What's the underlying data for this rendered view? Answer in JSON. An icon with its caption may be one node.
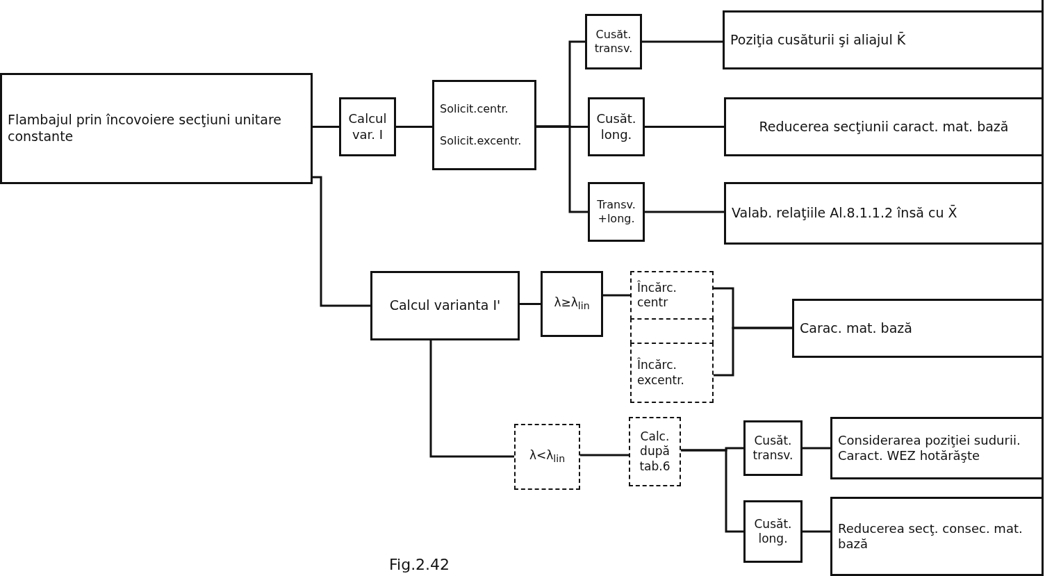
{
  "diagram": {
    "caption": "Fig.2.42",
    "nodes": [
      {
        "text": [
          "Flambajul prin încovoiere secţiuni unitare constante"
        ]
      },
      {
        "text": [
          "Calcul var. I"
        ]
      },
      {
        "text": [
          "Solicit.centr.",
          "Solicit.excentr."
        ]
      },
      {
        "text": [
          "Cusăt. transv."
        ]
      },
      {
        "text": [
          "Poziţia cusăturii şi aliajul K̄"
        ]
      },
      {
        "text": [
          "Cusăt. long."
        ]
      },
      {
        "text": [
          "Reducerea secţiunii caract. mat. bază"
        ]
      },
      {
        "text": [
          "Transv. +long."
        ]
      },
      {
        "text": [
          "Valab. relaţiile Al.8.1.1.2 însă cu X̄"
        ]
      },
      {
        "text": [
          "Calcul varianta I'"
        ]
      },
      {
        "text": [
          "λ≥λ$_{lin}$"
        ]
      },
      {
        "text": [
          "Încărc. centr"
        ]
      },
      {
        "text": [],
        "shape": "box"
      },
      {
        "text": [
          "Încărc. excentr."
        ]
      },
      {
        "text": [
          "Carac. mat. bază"
        ]
      },
      {
        "text": [
          "λ<λ$_{lin}$"
        ]
      },
      {
        "text": [
          "Calc. după tab.6"
        ]
      },
      {
        "text": [
          "Cusăt. transv."
        ]
      },
      {
        "text": [
          "Considerarea poziţiei sudurii. Caract. WEZ hotărăşte"
        ]
      },
      {
        "text": [
          "Cusăt. long."
        ]
      },
      {
        "text": [
          "Reducerea secţ. consec. mat. bază"
        ]
      }
    ],
    "edges": [
      {
        "from": 0,
        "to": 1,
        "arrow": "none"
      },
      {
        "from": 1,
        "to": 2,
        "arrow": "none"
      },
      {
        "from": 2,
        "to": 3,
        "arrow": "none"
      },
      {
        "from": 2,
        "to": 5,
        "arrow": "none"
      },
      {
        "from": 2,
        "to": 7,
        "arrow": "none"
      },
      {
        "from": 3,
        "to": 4,
        "arrow": "none"
      },
      {
        "from": 5,
        "to": 6,
        "arrow": "none"
      },
      {
        "from": 7,
        "to": 8,
        "arrow": "none"
      },
      {
        "from": 0,
        "to": 9,
        "arrow": "none"
      },
      {
        "from": 9,
        "to": 10,
        "arrow": "none"
      },
      {
        "from": 10,
        "to": 11,
        "arrow": "none"
      },
      {
        "from": 11,
        "to": 14,
        "arrow": "none"
      },
      {
        "from": 13,
        "to": 14,
        "arrow": "none"
      },
      {
        "from": 9,
        "to": 15,
        "arrow": "none"
      },
      {
        "from": 15,
        "to": 16,
        "arrow": "none"
      },
      {
        "from": 16,
        "to": 17,
        "arrow": "none"
      },
      {
        "from": 16,
        "to": 19,
        "arrow": "none"
      },
      {
        "from": 17,
        "to": 18,
        "arrow": "none"
      },
      {
        "from": 19,
        "to": 20,
        "arrow": "none"
      }
    ]
  }
}
